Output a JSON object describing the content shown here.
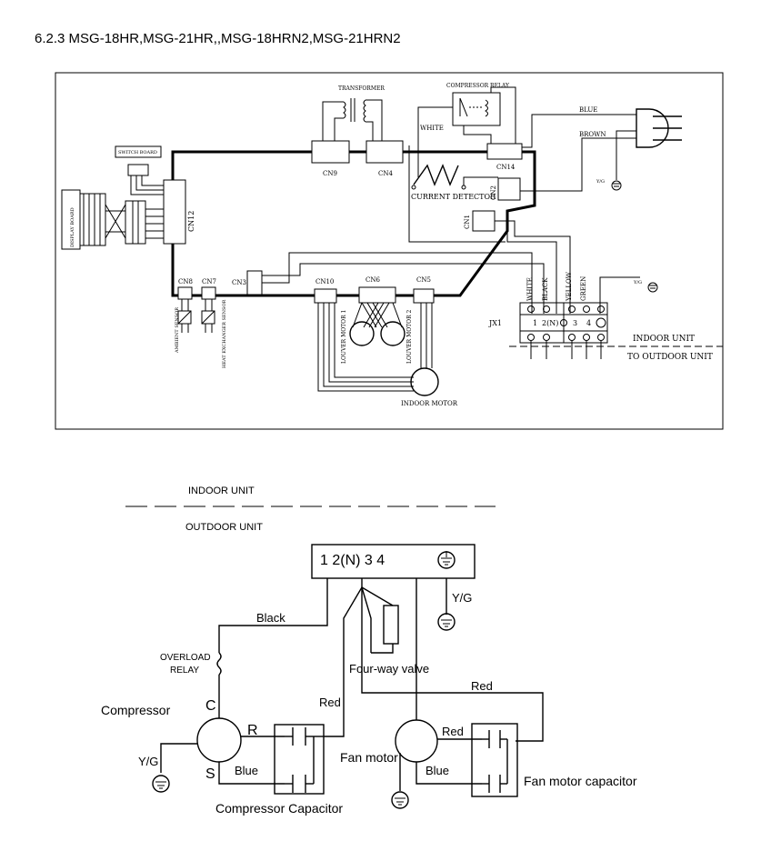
{
  "heading": "6.2.3    MSG-18HR,MSG-21HR,,MSG-18HRN2,MSG-21HRN2",
  "top": {
    "transformer": "TRANSFORMER",
    "compressor_relay": "COMPRESSOR RELAY",
    "white": "WHITE",
    "blue": "BLUE",
    "brown": "BROWN",
    "yg": "Y/G",
    "cn9": "CN9",
    "cn4": "CN4",
    "cn14": "CN14",
    "cn2": "CN2",
    "cn1": "CN1",
    "current_detector": "CURRENT DETECTOR",
    "switch_board": "SWITCH BOARD",
    "display_board": "DISPLAY BOARD",
    "cn12": "CN12",
    "cn3": "CN3",
    "cn8": "CN8",
    "cn7": "CN7",
    "cn10": "CN10",
    "cn6": "CN6",
    "cn5": "CN5",
    "ambient_sensor": "AMBIENT SENSOR",
    "heat_exchanger_sensor": "HEAT EXCHANGER SENSOR",
    "louver_motor_1": "LOUVER MOTOR 1",
    "louver_motor_2": "LOUVER MOTOR 2",
    "indoor_motor": "INDOOR MOTOR",
    "wire_white": "WHITE",
    "wire_black": "BLACK",
    "wire_yellow": "YELLOW",
    "wire_green": "GREEN",
    "yg2": "Y/G",
    "jx1": "JX1",
    "t1": "1",
    "t2n": "2(N)",
    "t3": "3",
    "t4": "4",
    "indoor_unit": "INDOOR UNIT",
    "to_outdoor_unit": "TO OUTDOOR UNIT"
  },
  "bottom": {
    "indoor_unit": "INDOOR UNIT",
    "outdoor_unit": "OUTDOOR UNIT",
    "terminals": "1  2(N)   3  4",
    "yg_top": "Y/G",
    "black": "Black",
    "overload_line1": "OVERLOAD",
    "overload_line2": "RELAY",
    "four_way_valve": "Four-way valve",
    "red1": "Red",
    "red2": "Red",
    "red3": "Red",
    "compressor": "Compressor",
    "c": "C",
    "r": "R",
    "s": "S",
    "yg_left": "Y/G",
    "blue1": "Blue",
    "blue2": "Blue",
    "fan_motor": "Fan motor",
    "compressor_capacitor": "Compressor Capacitor",
    "fan_motor_capacitor": "Fan motor capacitor"
  }
}
